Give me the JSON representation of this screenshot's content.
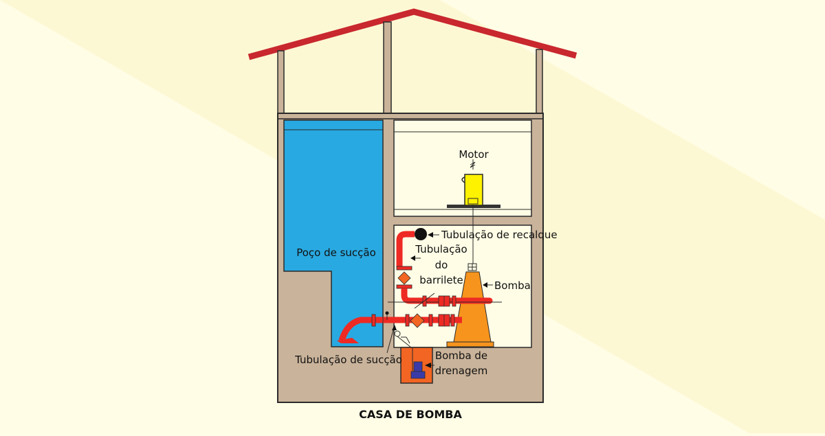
{
  "title": "CASA DE BOMBA",
  "labels": {
    "motor": "Motor",
    "discharge_pipe": "Tubulação de recalque",
    "manifold_1": "Tubulação",
    "manifold_2": "do",
    "manifold_3": "barrilete",
    "pump": "Bomba",
    "suction_well": "Poço de sucção",
    "suction_pipe": "Tubulação de sucção",
    "drain_pump_1": "Bomba de",
    "drain_pump_2": "drenagem"
  },
  "colors": {
    "background": "#fffde6",
    "roof": "#c8282e",
    "wall": "#c9b39a",
    "outline": "#2a2a2a",
    "water": "#29a9e1",
    "pipe": "#ee2a24",
    "valve": "#f26522",
    "pump": "#f7941d",
    "motor": "#fff200",
    "drain_pit": "#f26522",
    "drain_pump": "#3b3ba8"
  }
}
